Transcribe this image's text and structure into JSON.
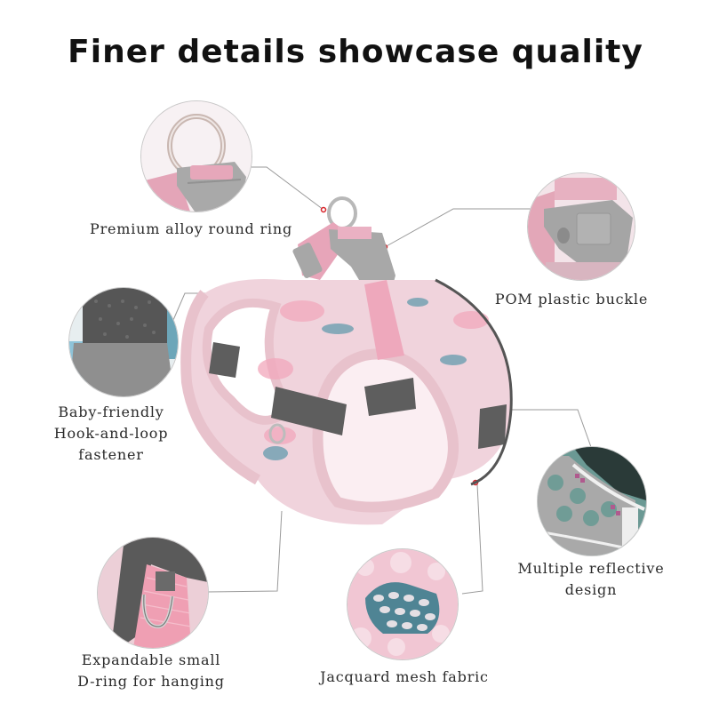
{
  "title": "Finer details showcase quality",
  "colors": {
    "harness_pink": "#eec6d1",
    "trim_pink": "#e8c2cc",
    "reflective_gray": "#5f5f5f",
    "buckle_gray": "#a6a6a6",
    "mesh_blue": "#5f8e9c",
    "marker_red": "#d8232a",
    "line_gray": "#9a9a9a"
  },
  "callouts": [
    {
      "id": "round-ring",
      "label_lines": [
        "Premium alloy round ring"
      ],
      "icon": "d-ring-closeup"
    },
    {
      "id": "buckle",
      "label_lines": [
        "POM plastic buckle"
      ],
      "icon": "buckle-closeup"
    },
    {
      "id": "hook-loop",
      "label_lines": [
        "Baby-friendly",
        "Hook-and-loop",
        "fastener"
      ],
      "icon": "velcro-closeup"
    },
    {
      "id": "reflective",
      "label_lines": [
        "Multiple reflective",
        "design"
      ],
      "icon": "reflective-strip-closeup"
    },
    {
      "id": "d-ring",
      "label_lines": [
        "Expandable small",
        "D-ring for hanging"
      ],
      "icon": "small-d-ring-closeup"
    },
    {
      "id": "mesh",
      "label_lines": [
        "Jacquard mesh fabric"
      ],
      "icon": "mesh-fabric-closeup"
    }
  ]
}
